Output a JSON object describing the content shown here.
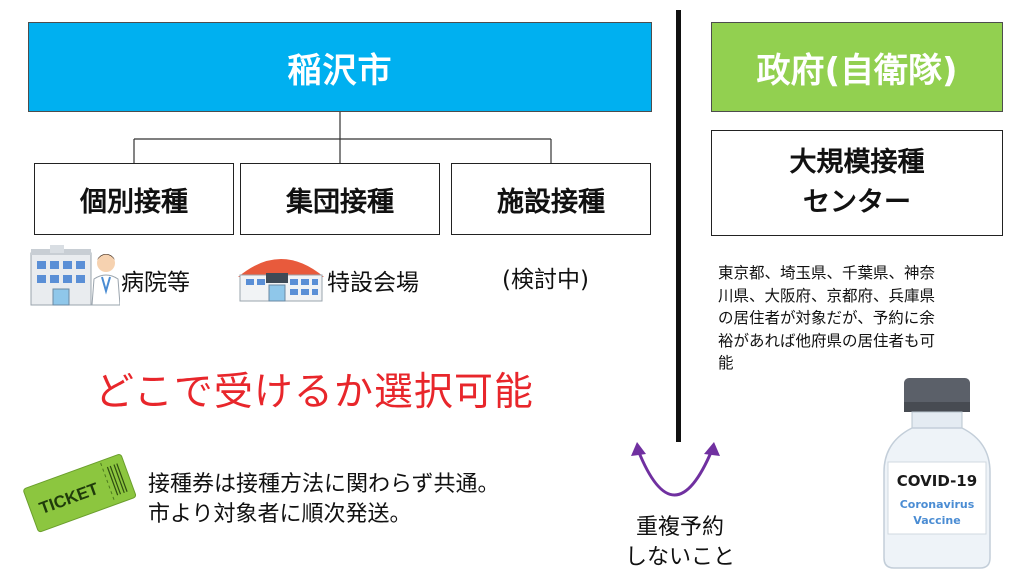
{
  "colors": {
    "city_header": "#00b0f0",
    "gov_header": "#92d050",
    "choice_text": "#e8262b",
    "arrow": "#7030a0",
    "divider": "#111111"
  },
  "city": {
    "title": "稲沢市",
    "methods": [
      {
        "label": "個別接種",
        "caption": "病院等",
        "icon": "hospital-doctor-icon"
      },
      {
        "label": "集団接種",
        "caption": "特設会場",
        "icon": "gymnasium-icon"
      },
      {
        "label": "施設接種",
        "caption": "(検討中)"
      }
    ],
    "choice": "どこで受けるか選択可能",
    "ticket": {
      "icon": "ticket-icon",
      "icon_text": "TICKET",
      "lines": [
        "接種券は接種方法に関わらず共通。",
        "市より対象者に順次発送。"
      ]
    }
  },
  "government": {
    "title": "政府(自衛隊)",
    "center_lines": [
      "大規模接種",
      "センター"
    ],
    "note_lines": [
      "東京都、埼玉県、千葉県、神奈",
      "川県、大阪府、京都府、兵庫県",
      "の居住者が対象だが、予約に余",
      "裕があれば他府県の居住者も可",
      "能"
    ],
    "vaccine": {
      "icon": "vaccine-vial-icon",
      "title": "COVID-19",
      "sub1": "Coronavirus",
      "sub2": "Vaccine"
    }
  },
  "no_duplicate": {
    "icon": "double-arrow-icon",
    "lines": [
      "重複予約",
      "しないこと"
    ]
  }
}
